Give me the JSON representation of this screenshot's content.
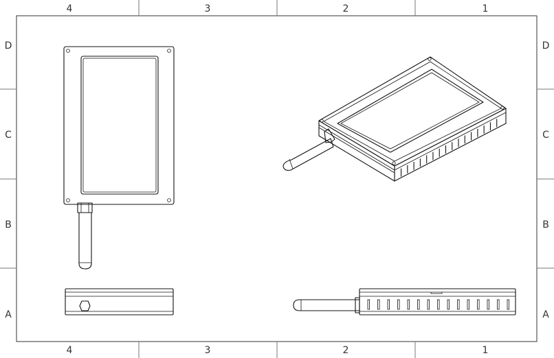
{
  "sheet": {
    "columns": [
      "4",
      "3",
      "2",
      "1"
    ],
    "rows": [
      "D",
      "C",
      "B",
      "A"
    ]
  }
}
